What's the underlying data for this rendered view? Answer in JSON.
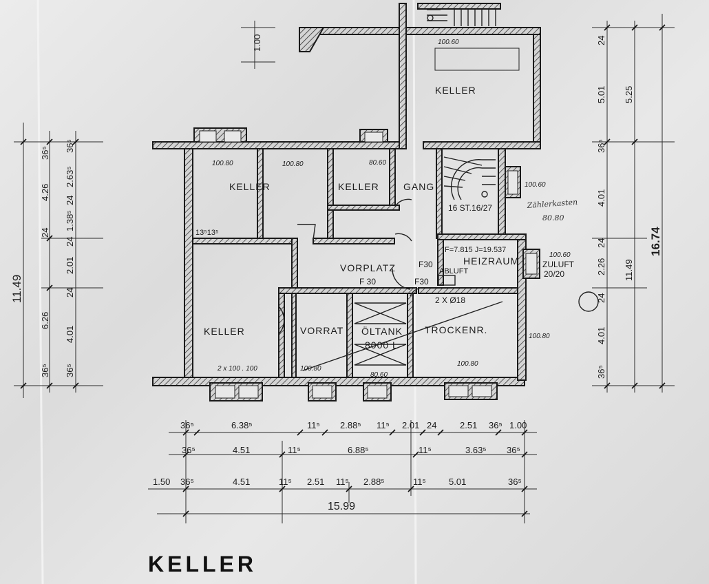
{
  "title": "KELLER",
  "rooms": {
    "keller_top": "KELLER",
    "keller_upper_left": "KELLER",
    "keller_upper_mid": "KELLER",
    "gang": "GANG",
    "stair": "16 ST.16/27",
    "vorplatz": "VORPLATZ",
    "heizraum": "HEIZRAUM",
    "keller_lower_left": "KELLER",
    "vorrat": "VORRAT",
    "oeltank": "ÖLTANK",
    "oeltank_volume": "8000 L",
    "trockenraum": "TROCKENR."
  },
  "labels": {
    "f30_vorplatz": "F 30",
    "f30_heiz": "F30",
    "f30_door": "F30",
    "heiz_formula": "F=7.815  J=19.537",
    "abluft": "ABLUFT",
    "zuluft": "ZULUFT",
    "zuluft_size": "20/20",
    "pipes": "2 X Ø18",
    "shaft": "13⁵13⁵",
    "zaehlerkasten": "Zählerkasten",
    "zaehler_size": "80.80"
  },
  "window_sizes": {
    "w_top_keller": "100.60",
    "w_keller_ul": "100.80",
    "w_keller_um": "100.80",
    "w_gang": "80.60",
    "w_stair_right": "100.60",
    "w_heiz_right": "100.60",
    "w_trocken_right": "100.80",
    "w_trocken_bottom": "100.80",
    "w_keller_ll": "2 x 100 . 100",
    "w_vorrat": "100.80",
    "w_oel": "80.60"
  },
  "dimensions": {
    "top_ref": "1.00",
    "left_overall": "11.49",
    "left_chain_outer": [
      "36⁵",
      "4.26",
      "24",
      "6.26",
      "36⁵"
    ],
    "left_chain_inner": [
      "36⁵",
      "2.63⁵",
      "24",
      "1.38⁵",
      "24",
      "2.01",
      "24",
      "4.01",
      "36⁵"
    ],
    "right_chain_inner": [
      "24",
      "5.01",
      "36⁵",
      "4.01",
      "24",
      "2.26",
      "24",
      "4.01",
      "36⁵"
    ],
    "right_chain_mid": [
      "5.25",
      "11.49"
    ],
    "right_overall": "16.74",
    "bottom_row1": [
      "36⁵",
      "6.38⁵",
      "11⁵",
      "2.88⁵",
      "11⁵",
      "2.01",
      "24",
      "2.51",
      "36⁵",
      "1.00"
    ],
    "bottom_row2": [
      "36⁵",
      "4.51",
      "11⁵",
      "6.88⁵",
      "11⁵",
      "3.63⁵",
      "36⁵"
    ],
    "bottom_row3": [
      "1.50",
      "36⁵",
      "4.51",
      "11⁵",
      "2.51",
      "11⁵",
      "2.88⁵",
      "11⁵",
      "5.01",
      "36⁵"
    ],
    "bottom_overall": "15.99"
  }
}
